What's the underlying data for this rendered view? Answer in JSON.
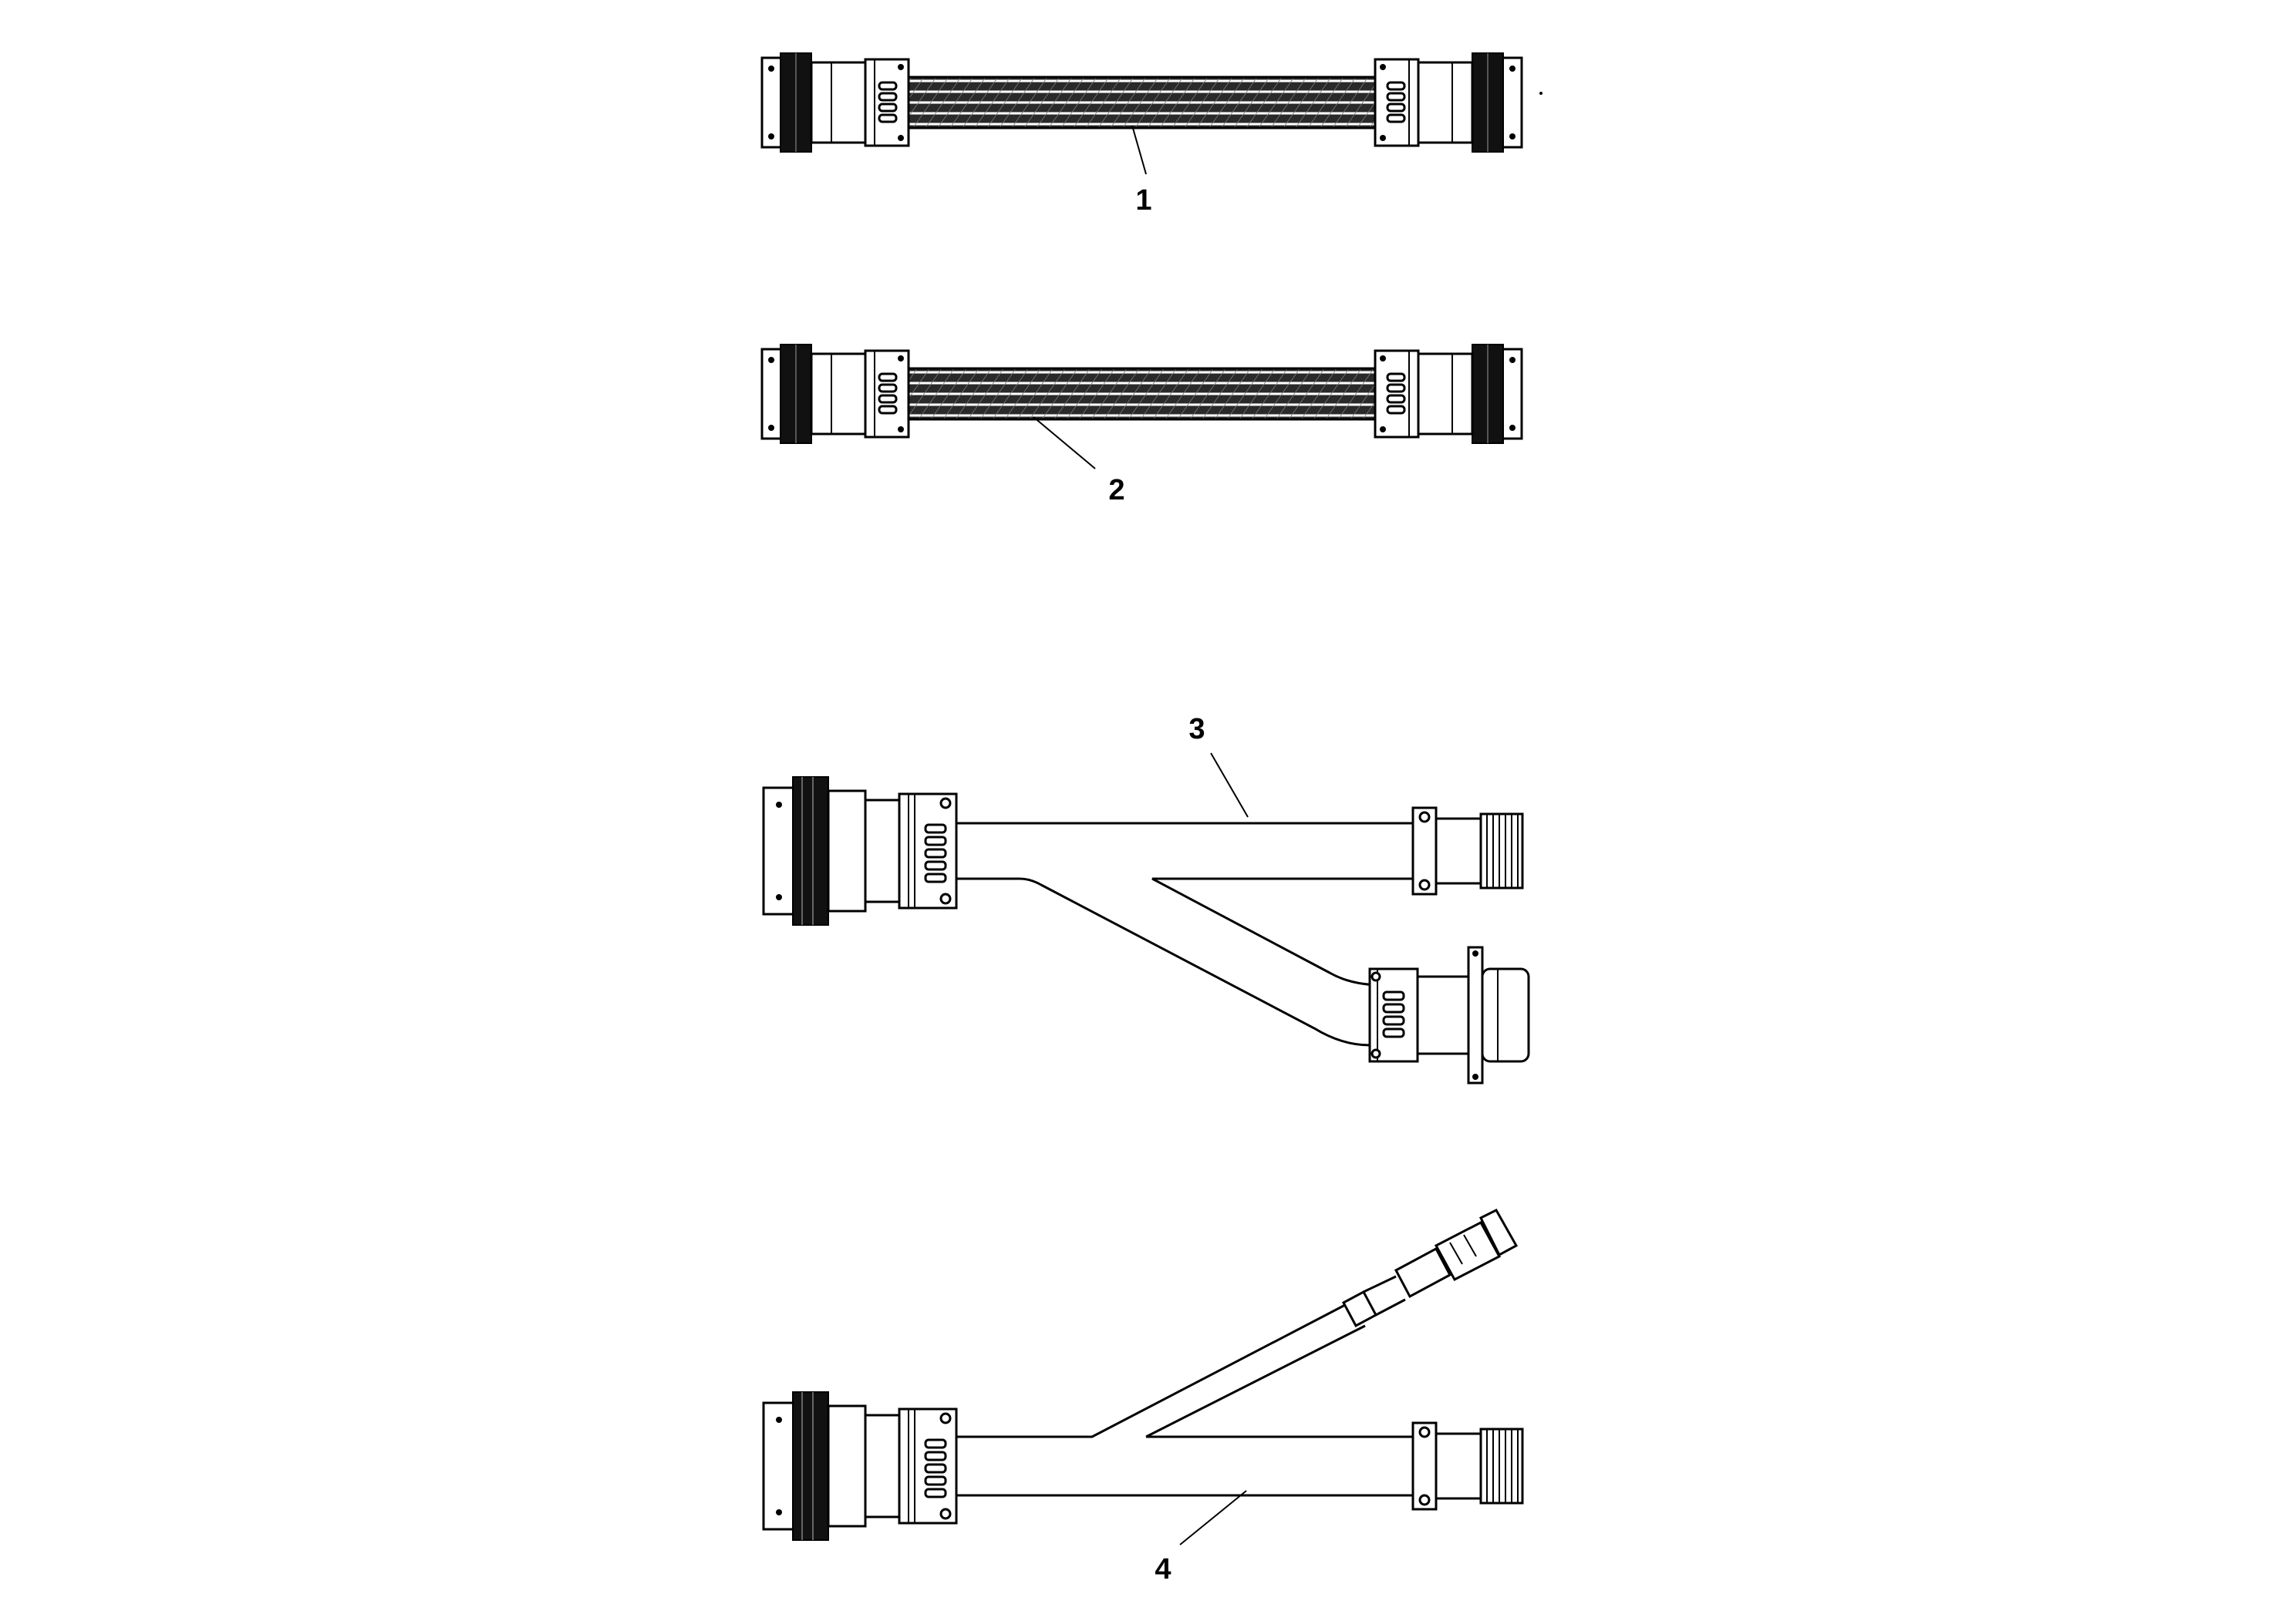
{
  "diagram": {
    "colors": {
      "ink": "#000000",
      "paper": "#ffffff",
      "band": "#111111"
    },
    "assemblies": [
      {
        "id": "harness-1",
        "callout": "1",
        "kind": "braided-straight"
      },
      {
        "id": "harness-2",
        "callout": "2",
        "kind": "braided-straight"
      },
      {
        "id": "harness-3",
        "callout": "3",
        "kind": "y-split-smooth"
      },
      {
        "id": "harness-4",
        "callout": "4",
        "kind": "y-split-with-pigtail"
      }
    ]
  }
}
